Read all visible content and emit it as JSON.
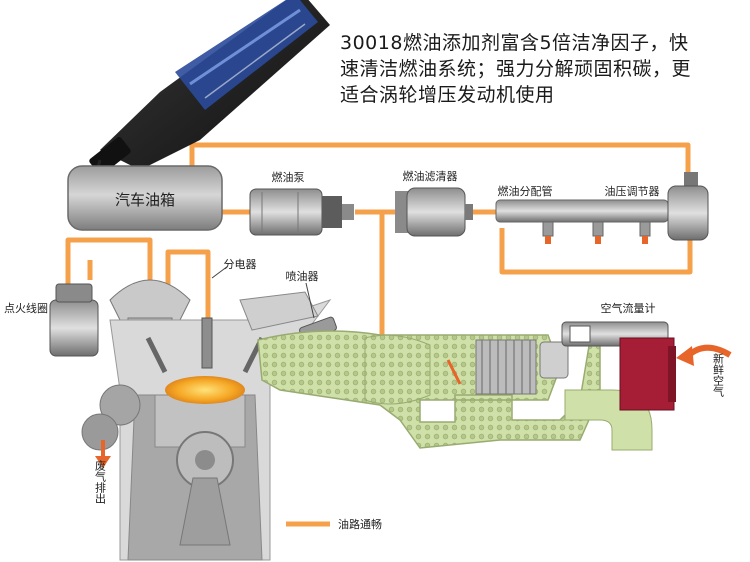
{
  "headline": {
    "line1": "30018燃油添加剂富含5倍洁净因子，快",
    "line2": "速清洁燃油系统；强力分解顽固积碳，更",
    "line3": "适合涡轮增压发动机使用"
  },
  "labels": {
    "fuel_tank": "汽车油箱",
    "fuel_pump": "燃油泵",
    "fuel_filter": "燃油滤清器",
    "fuel_rail": "燃油分配管",
    "pressure_regulator": "油压调节器",
    "distributor": "分电器",
    "injector": "喷油器",
    "ignition_coil": "点火线圈",
    "air_flow_meter": "空气流量计",
    "fresh_air": "新鲜空气",
    "exhaust": "废气排出",
    "fuel_line_clear": "油路通畅"
  },
  "colors": {
    "fuel_line": "#f5a04a",
    "arrow": "#e8652a",
    "tank": "#8a8a8a",
    "bottle": "#1c1c1c",
    "bottle_label": "#2a4a9a",
    "combustion": "#f5a623",
    "intake_manifold": "#cfe0a8",
    "air_meter_body": "#a51e36"
  },
  "icons": [
    "fuel-bottle-icon",
    "fresh-air-arrow-icon",
    "exhaust-arrow-icon"
  ]
}
